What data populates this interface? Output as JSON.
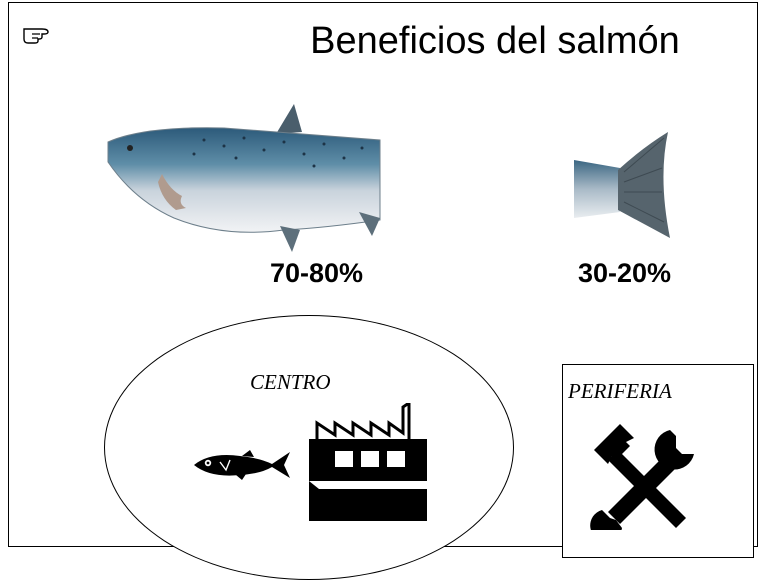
{
  "slide": {
    "title": "Beneficios del salmón",
    "pointer_icon": "pointing-hand-icon",
    "percent_main": "70-80%",
    "percent_tail": "30-20%",
    "centro_label": "CENTRO",
    "periferia_label": "PERIFERIA",
    "icons": [
      "salmon-body-image",
      "salmon-tail-image",
      "fish-icon",
      "factory-icon",
      "hammer-wrench-icon"
    ],
    "colors": {
      "salmon_back": "#3f6f8f",
      "salmon_belly": "#e6e9ee",
      "fin": "#5a6b76"
    }
  }
}
